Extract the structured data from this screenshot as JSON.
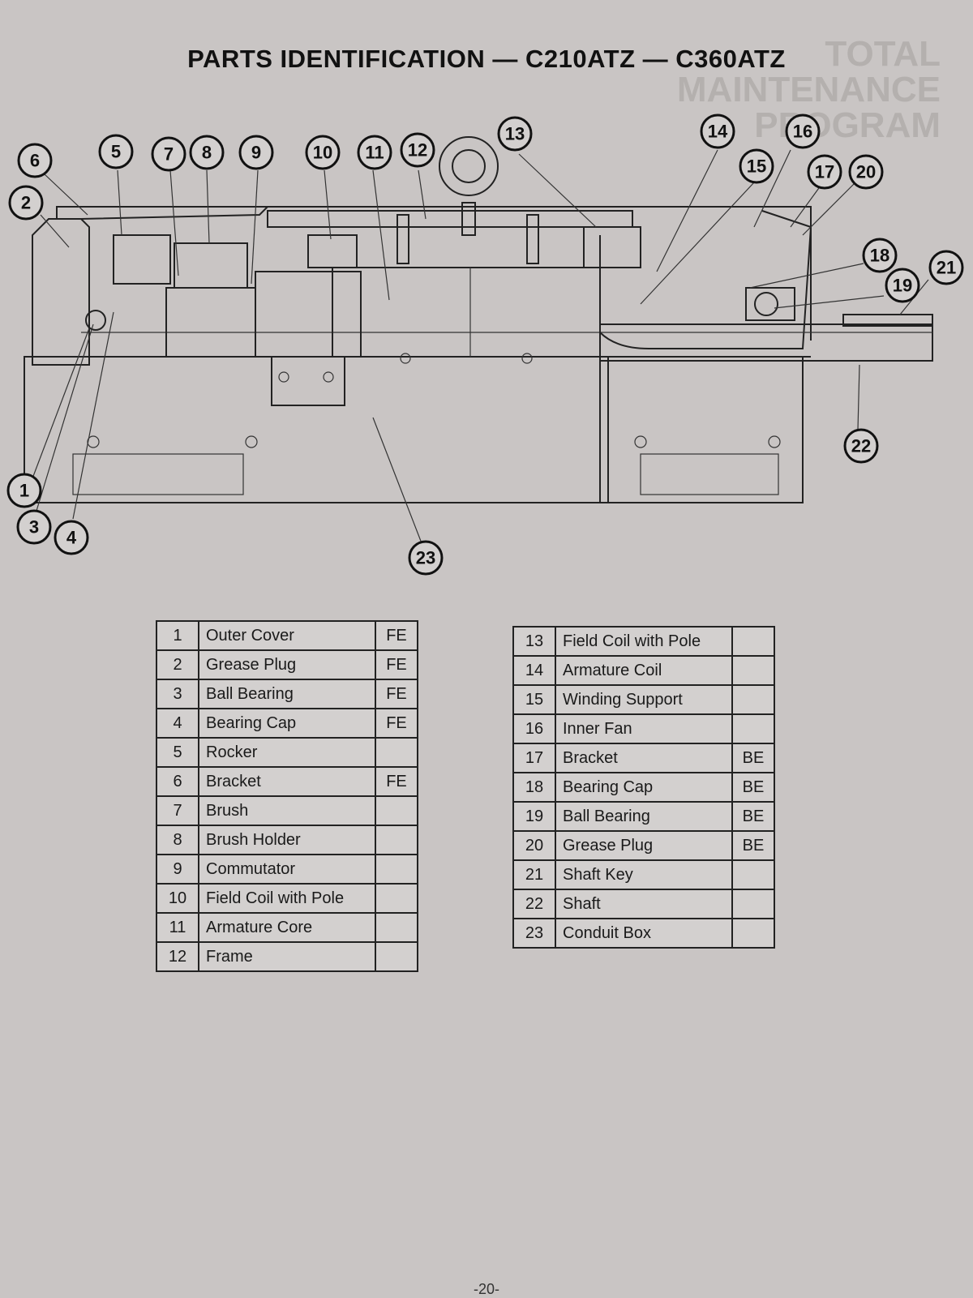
{
  "title": "PARTS IDENTIFICATION — C210ATZ — C360ATZ",
  "background_heading": [
    "TOTAL",
    "MAINTENANCE",
    "PROGRAM"
  ],
  "page_number": "-20-",
  "table_left": [
    {
      "num": "1",
      "name": "Outer Cover",
      "code": "FE"
    },
    {
      "num": "2",
      "name": "Grease Plug",
      "code": "FE"
    },
    {
      "num": "3",
      "name": "Ball Bearing",
      "code": "FE"
    },
    {
      "num": "4",
      "name": "Bearing Cap",
      "code": "FE"
    },
    {
      "num": "5",
      "name": "Rocker",
      "code": ""
    },
    {
      "num": "6",
      "name": "Bracket",
      "code": "FE"
    },
    {
      "num": "7",
      "name": "Brush",
      "code": ""
    },
    {
      "num": "8",
      "name": "Brush Holder",
      "code": ""
    },
    {
      "num": "9",
      "name": "Commutator",
      "code": ""
    },
    {
      "num": "10",
      "name": "Field Coil with Pole",
      "code": ""
    },
    {
      "num": "11",
      "name": "Armature Core",
      "code": ""
    },
    {
      "num": "12",
      "name": "Frame",
      "code": ""
    }
  ],
  "table_right": [
    {
      "num": "13",
      "name": "Field Coil with Pole",
      "code": ""
    },
    {
      "num": "14",
      "name": "Armature Coil",
      "code": ""
    },
    {
      "num": "15",
      "name": "Winding Support",
      "code": ""
    },
    {
      "num": "16",
      "name": "Inner Fan",
      "code": ""
    },
    {
      "num": "17",
      "name": "Bracket",
      "code": "BE"
    },
    {
      "num": "18",
      "name": "Bearing Cap",
      "code": "BE"
    },
    {
      "num": "19",
      "name": "Ball Bearing",
      "code": "BE"
    },
    {
      "num": "20",
      "name": "Grease Plug",
      "code": "BE"
    },
    {
      "num": "21",
      "name": "Shaft Key",
      "code": ""
    },
    {
      "num": "22",
      "name": "Shaft",
      "code": ""
    },
    {
      "num": "23",
      "name": "Conduit Box",
      "code": ""
    }
  ],
  "callouts": [
    "1",
    "2",
    "3",
    "4",
    "5",
    "6",
    "7",
    "8",
    "9",
    "10",
    "11",
    "12",
    "13",
    "14",
    "15",
    "16",
    "17",
    "18",
    "19",
    "20",
    "21",
    "22",
    "23"
  ]
}
